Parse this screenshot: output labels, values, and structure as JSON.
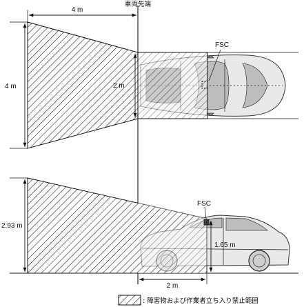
{
  "labels": {
    "vehicle_front_end": "車両先端",
    "top_width": "4 m",
    "top_left_height": "4 m",
    "top_inner_height": "2 m",
    "top_fsc": "FSC",
    "side_height": "2.93 m",
    "side_fsc": "FSC",
    "side_sensor_height": "1.65 m",
    "side_bottom_width": "2 m",
    "legend_text": ": 障害物および作業者立ち入り禁止範囲"
  }
}
